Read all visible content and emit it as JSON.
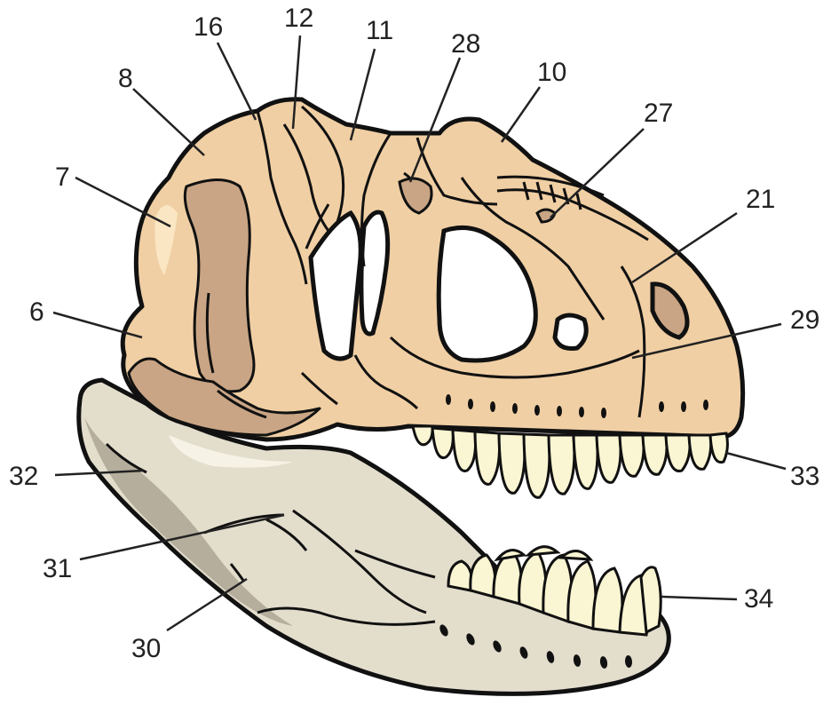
{
  "labels": {
    "l6": "6",
    "l7": "7",
    "l8": "8",
    "l16": "16",
    "l12": "12",
    "l11": "11",
    "l28": "28",
    "l10": "10",
    "l27": "27",
    "l21": "21",
    "l29": "29",
    "l33": "33",
    "l32": "32",
    "l31": "31",
    "l30": "30",
    "l34": "34"
  },
  "colors": {
    "skull_fill": "#f0cfa4",
    "skull_shadow": "#c9a585",
    "skull_highlight": "#fbe6c3",
    "jaw_fill": "#e3ddcc",
    "jaw_shadow": "#b5ae9c",
    "teeth_fill": "#faf5d2",
    "outline": "#111111",
    "leader": "#222222",
    "hole": "#ffffff"
  }
}
